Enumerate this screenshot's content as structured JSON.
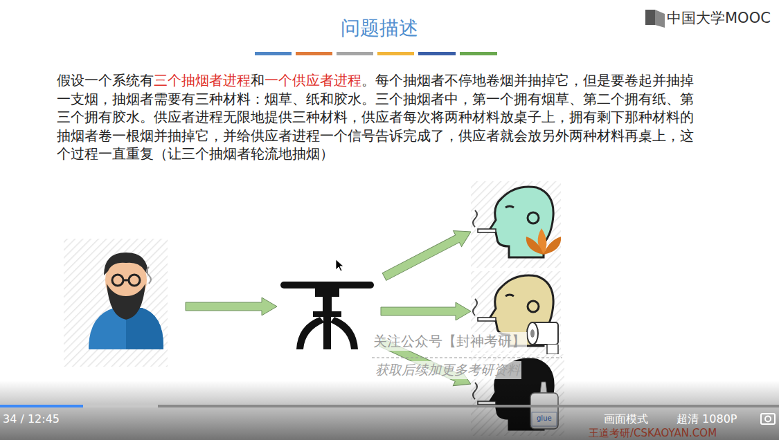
{
  "diagram": {
    "title": "问题描述",
    "labels": [
      "假设一个系统有",
      "三个抽烟者进程",
      "和",
      "一个供应者进程",
      "。每个抽烟者不停地卷烟并抽掉它，但是要卷起并抽掉一支烟，抽烟者需要有三种材料：烟草、纸和胶水。三个抽烟者中，第一个拥有烟草、第二个拥有纸、第三个拥有胶水。供应者进程无限地提供三种材料，供应者每次将两种材料放桌子上，拥有剩下那种材料的抽烟者卷一根烟并抽掉它，并给供应者进程一个信号告诉完成了，供应者就会放另外两种材料再桌上，这个过程一直重复（让三个抽烟者轮流地抽烟）",
      "中国大学MOOC",
      "关注公众号【封神考研】",
      "获取后续加更多考研资料",
      "glue",
      "王道考研/CSKAOYAN.COM",
      "34 / 12:45",
      "画面模式",
      "超清 1080P"
    ]
  }
}
